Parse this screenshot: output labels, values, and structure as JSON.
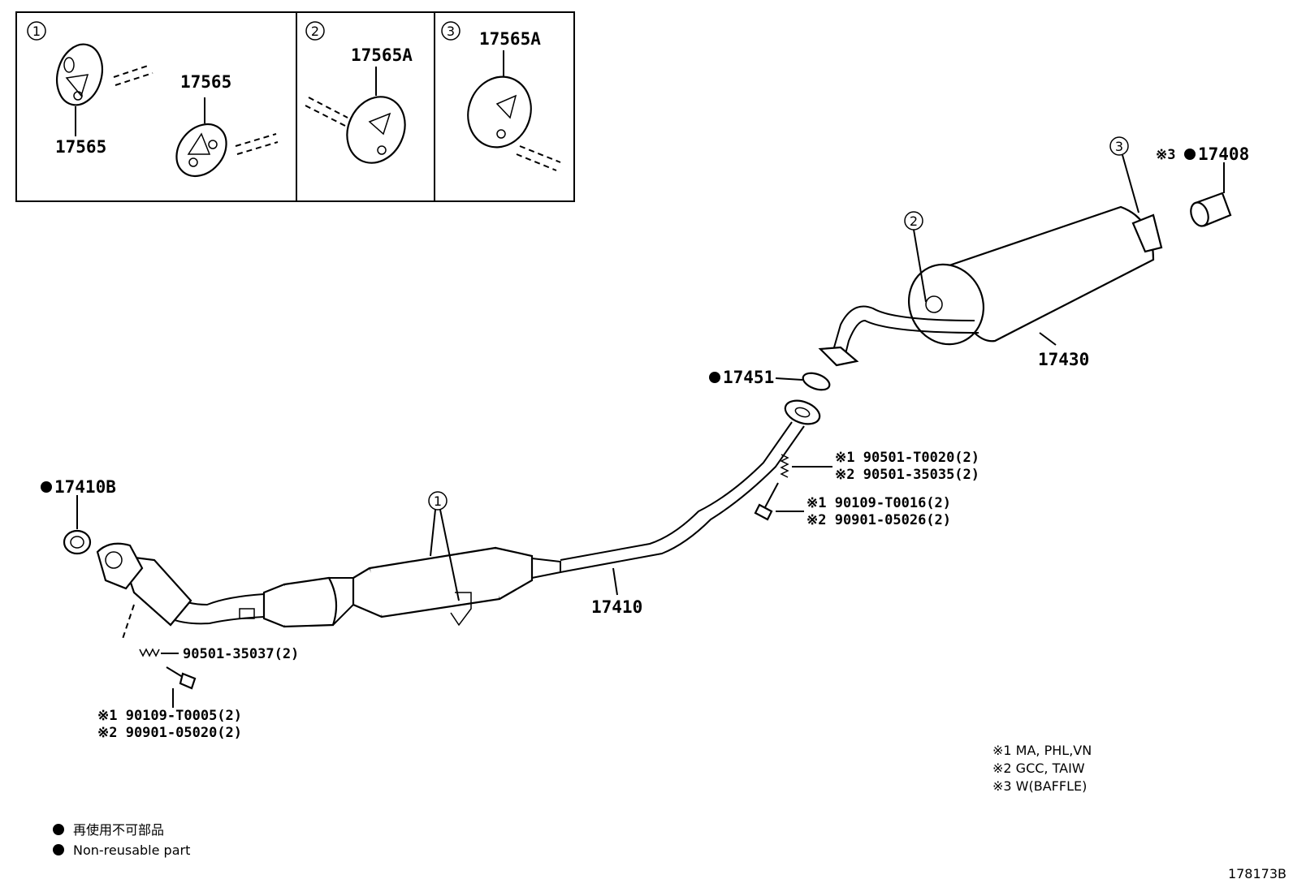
{
  "inset_boxes": [
    {
      "circle": "1",
      "labels": [
        "17565",
        "17565"
      ]
    },
    {
      "circle": "2",
      "labels": [
        "17565A"
      ]
    },
    {
      "circle": "3",
      "labels": [
        "17565A"
      ]
    }
  ],
  "parts": {
    "tail_pipe_tip": {
      "mark": "※3",
      "number": "17408"
    },
    "tail_muffler": {
      "number": "17430"
    },
    "gasket_rear": {
      "number": "17451"
    },
    "gasket_front": {
      "number": "17410B"
    },
    "front_pipe": {
      "number": "17410"
    }
  },
  "circle_refs": {
    "muffler_hanger_rear": "3",
    "muffler_hanger_front": "2",
    "pipe_hanger": "1"
  },
  "fasteners": {
    "spring_right": [
      "※1  90501-T0020(2)",
      "※2  90501-35035(2)"
    ],
    "bolt_right": [
      "※1  90109-T0016(2)",
      "※2  90901-05026(2)"
    ],
    "spring_left": "90501-35037(2)",
    "bolt_left": [
      "※1  90109-T0005(2)",
      "※2  90901-05020(2)"
    ]
  },
  "notes": [
    "※1  MA, PHL,VN",
    "※2  GCC, TAIW",
    "※3  W(BAFFLE)"
  ],
  "legend": [
    "再使用不可部品",
    "Non-reusable part"
  ],
  "diagram_id": "178173B",
  "colors": {
    "ink": "#000000",
    "paper": "#ffffff"
  }
}
